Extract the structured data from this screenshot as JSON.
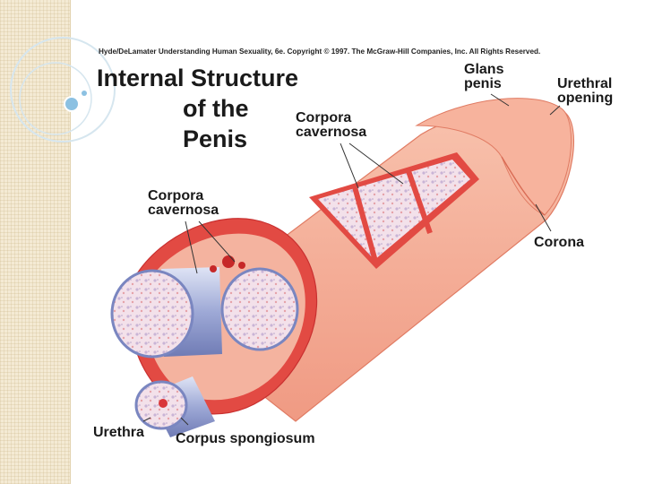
{
  "copyright": "Hyde/DeLamater  Understanding Human Sexuality, 6e.  Copyright © 1997. The McGraw-Hill Companies, Inc. All Rights Reserved.",
  "title": {
    "line1": "Internal Structure",
    "line2": "of the",
    "line3": "Penis"
  },
  "labels": {
    "corpora_cavernosa_top": [
      "Corpora",
      "cavernosa"
    ],
    "corpora_cavernosa_left": [
      "Corpora",
      "cavernosa"
    ],
    "glans_penis": [
      "Glans",
      "penis"
    ],
    "urethral_opening": [
      "Urethral",
      "opening"
    ],
    "corona": "Corona",
    "urethra": "Urethra",
    "corpus_spongiosum": "Corpus spongiosum"
  },
  "colors": {
    "skin": "#f5a58e",
    "skin_dark": "#e8826a",
    "tissue_red": "#d9363a",
    "spongy": "#f3e3ec",
    "spongy_blue": "#b7bfe0",
    "panel": "#f4ead4",
    "deco_ring": "#cfe3f0",
    "deco_dot": "#7fb7dd"
  }
}
